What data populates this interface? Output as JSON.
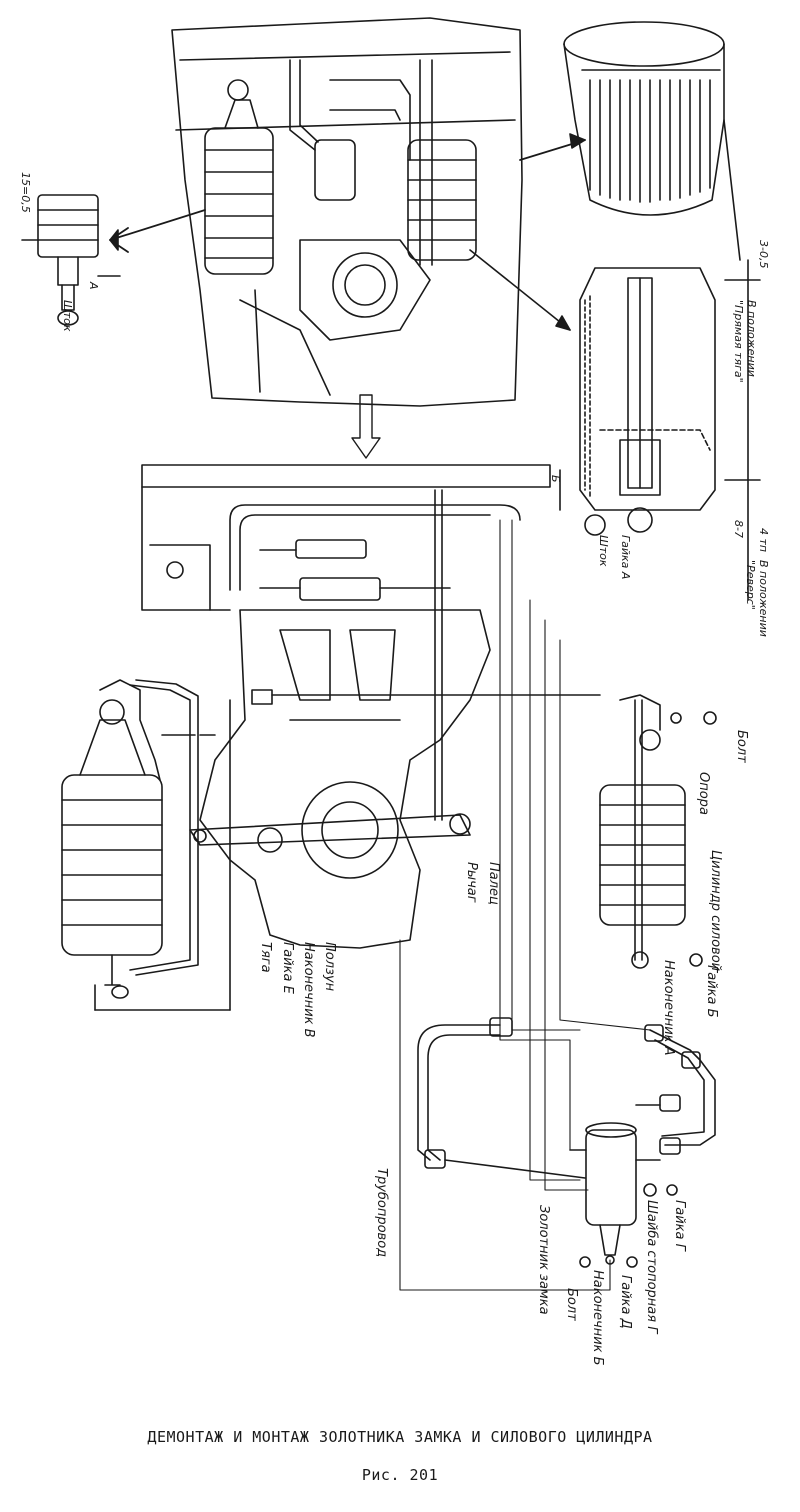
{
  "caption": {
    "title": "ДЕМОНТАЖ И МОНТАЖ ЗОЛОТНИКА ЗАМКА И СИЛОВОГО ЦИЛИНДРА",
    "figure": "Рис. 201"
  },
  "labels": {
    "top_left_detail": [
      "Шток",
      "А",
      "15=0,5"
    ],
    "right_detail": [
      "Гайка А",
      "Шток",
      "Б",
      "В положении",
      "\"Прямая тяга\"",
      "В положении",
      "\"Реверс\"",
      "4 тп",
      "8-7",
      "3-0,5"
    ],
    "middle_right": [
      "Болт",
      "Опора",
      "Цилиндр силовой",
      "Наконечник А",
      "Гайка Б"
    ],
    "middle_left": [
      "Тяга",
      "Гайка Е",
      "Наконечник В",
      "Ползун",
      "Рычаг",
      "Палец"
    ],
    "bottom": [
      "Трубопровод",
      "Золотник замка",
      "Болт",
      "Наконечник Б",
      "Гайка Д",
      "Шайба стопорная Г",
      "Гайка Г"
    ]
  }
}
